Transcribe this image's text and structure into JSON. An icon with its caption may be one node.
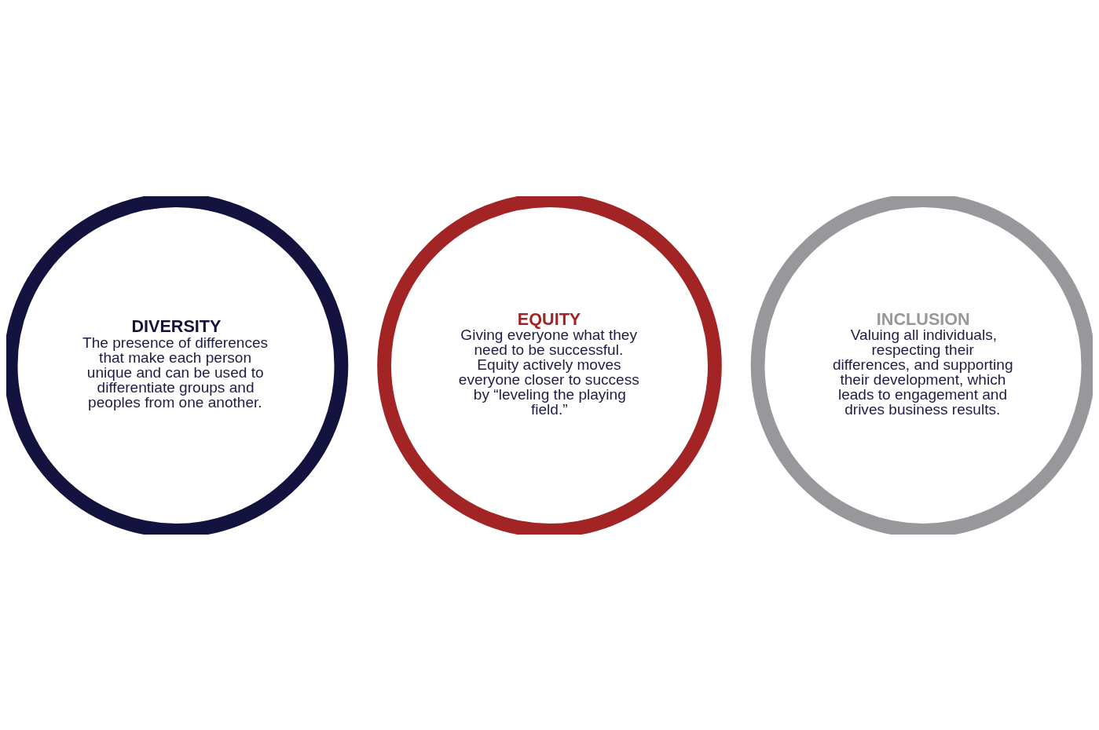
{
  "diagram": {
    "nodes": [
      {
        "text": [
          "EQUITY",
          "Giving everyone what they need to be successful. Equity actively moves everyone closer to success by “leveling the playing field.”"
        ]
      },
      {
        "text": [
          "DIVERSITY",
          "The presence of differences that make each person unique and can be used to differentiate groups and peoples from one another."
        ]
      },
      {
        "text": [
          "INCLUSION",
          "Valuing all individuals, respecting their differences, and supporting their development, which leads to engagement and drives business results."
        ]
      }
    ],
    "edges": []
  }
}
